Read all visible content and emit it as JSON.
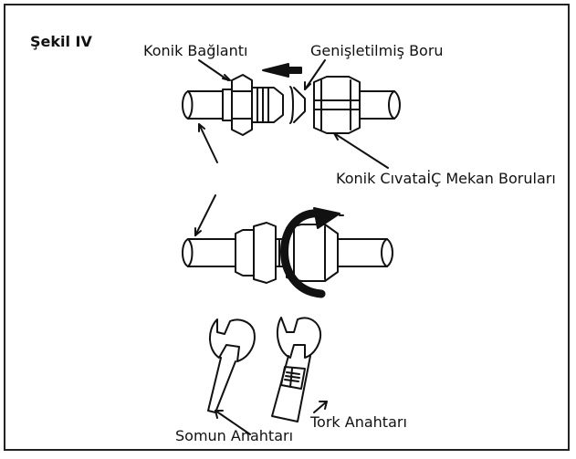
{
  "figure": {
    "title": "Şekil IV",
    "labels": {
      "flare_connection": "Konik Bağlantı",
      "expanded_pipe": "Genişletilmiş Boru",
      "flare_nut_pipes": "Konik CıvataİÇ Mekan Boruları",
      "nut_wrench": "Somun Anahtarı",
      "torque_wrench": "Tork Anahtarı"
    }
  }
}
